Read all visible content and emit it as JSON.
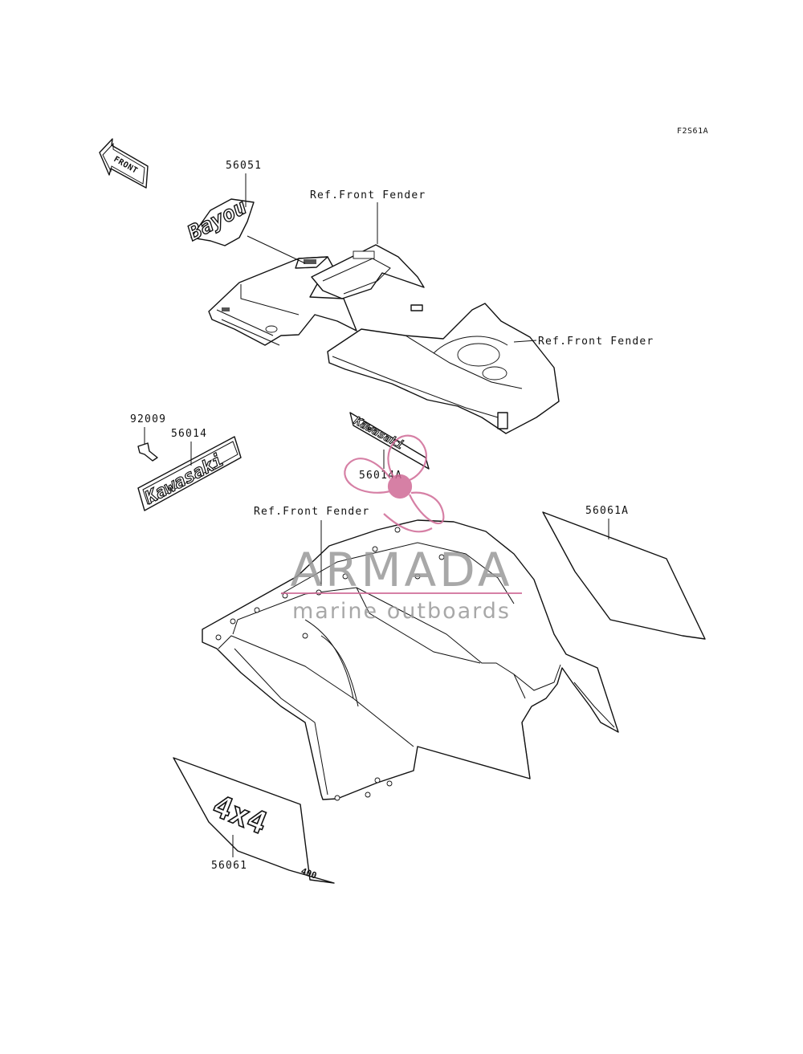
{
  "figure_code": "F2S61A",
  "direction_arrow": {
    "label": "FRONT",
    "icon": "front-direction-arrow-icon"
  },
  "callouts": {
    "p56051": "56051",
    "ref_front_fender_top": "Ref.Front Fender",
    "ref_front_fender_right": "Ref.Front Fender",
    "p92009": "92009",
    "p56014": "56014",
    "p56014A": "56014A",
    "ref_front_fender_mid": "Ref.Front Fender",
    "p56061A": "56061A",
    "p56061": "56061"
  },
  "decals": {
    "bayou_script": "Bayou",
    "kawasaki_emblem": "Kawasaki",
    "4x4_mark": "4x4",
    "engine_size": "400"
  },
  "watermark": {
    "brand": "ARMADA",
    "tagline": "marine outboards",
    "icon": "propeller-logo-icon",
    "color": "#d06a96"
  }
}
